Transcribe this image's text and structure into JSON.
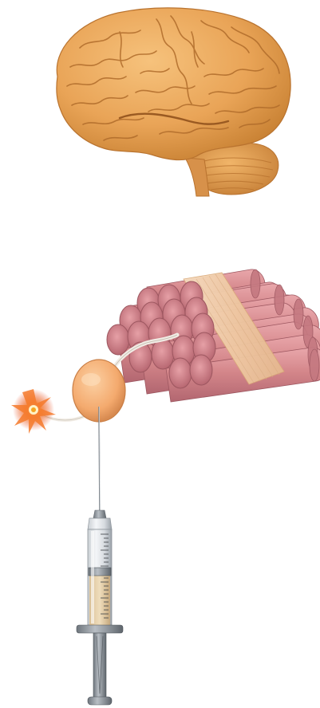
{
  "illustration": {
    "parts": [
      "brain",
      "muscle-fiber-bundle",
      "spark",
      "nerve-cell-body",
      "syringe"
    ],
    "colors": {
      "brain": "#e9a457",
      "brain_shadow": "#c98234",
      "muscle": "#d4868a",
      "muscle_dark": "#a85a62",
      "band": "#f3d2b0",
      "cell": "#f7b47a",
      "spark": "#f05a24",
      "syringe_metal": "#8e959c",
      "syringe_fluid": "#e3c9a0"
    }
  }
}
